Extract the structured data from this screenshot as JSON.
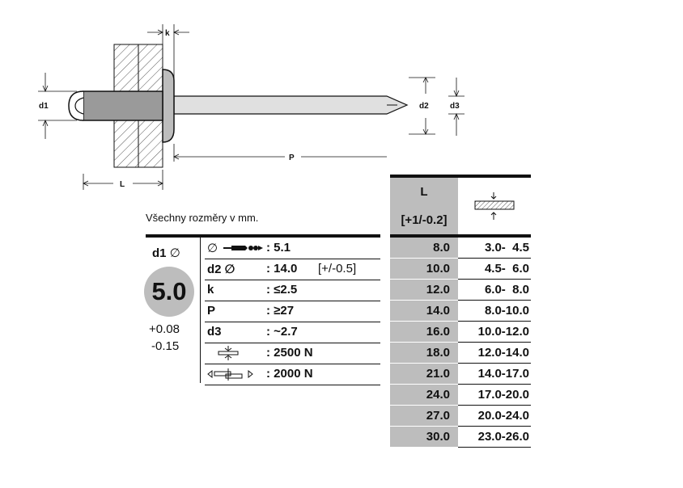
{
  "dimension_labels": {
    "d1": "d1",
    "k": "k",
    "L": "L",
    "P": "P",
    "d2": "d2",
    "d3": "d3"
  },
  "units_note": "Všechny rozměry v mm.",
  "d1_spec": {
    "label": "d1",
    "symbol": "∅",
    "value": "5.0",
    "tol_plus": "+0.08",
    "tol_minus": "-0.15"
  },
  "specs": [
    {
      "label": "∅",
      "icon": "drill-bit-icon",
      "value": ": 5.1",
      "tolerance": ""
    },
    {
      "label": "d2 ∅",
      "icon": "",
      "value": ": 14.0",
      "tolerance": "[+/-0.5]"
    },
    {
      "label": "k",
      "icon": "",
      "value": ": ≤2.5",
      "tolerance": ""
    },
    {
      "label": "P",
      "icon": "",
      "value": ": ≥27",
      "tolerance": ""
    },
    {
      "label": "d3",
      "icon": "",
      "value": ": ~2.7",
      "tolerance": ""
    },
    {
      "label": "",
      "icon": "tensile-force-icon",
      "value": ": 2500 N",
      "tolerance": ""
    },
    {
      "label": "",
      "icon": "shear-force-icon",
      "value": ": 2000 N",
      "tolerance": ""
    }
  ],
  "grip_table": {
    "header_L": "L",
    "header_L_tol": "[+1/-0.2]",
    "header_grip_icon": "grip-range-icon",
    "rows": [
      {
        "L": "8.0",
        "grip": "3.0-  4.5"
      },
      {
        "L": "10.0",
        "grip": "4.5-  6.0"
      },
      {
        "L": "12.0",
        "grip": "6.0-  8.0"
      },
      {
        "L": "14.0",
        "grip": "8.0-10.0"
      },
      {
        "L": "16.0",
        "grip": "10.0-12.0"
      },
      {
        "L": "18.0",
        "grip": "12.0-14.0"
      },
      {
        "L": "21.0",
        "grip": "14.0-17.0"
      },
      {
        "L": "24.0",
        "grip": "17.0-20.0"
      },
      {
        "L": "27.0",
        "grip": "20.0-24.0"
      },
      {
        "L": "30.0",
        "grip": "23.0-26.0"
      }
    ]
  },
  "colors": {
    "shade": "#bdbdbd",
    "ink": "#111111"
  }
}
